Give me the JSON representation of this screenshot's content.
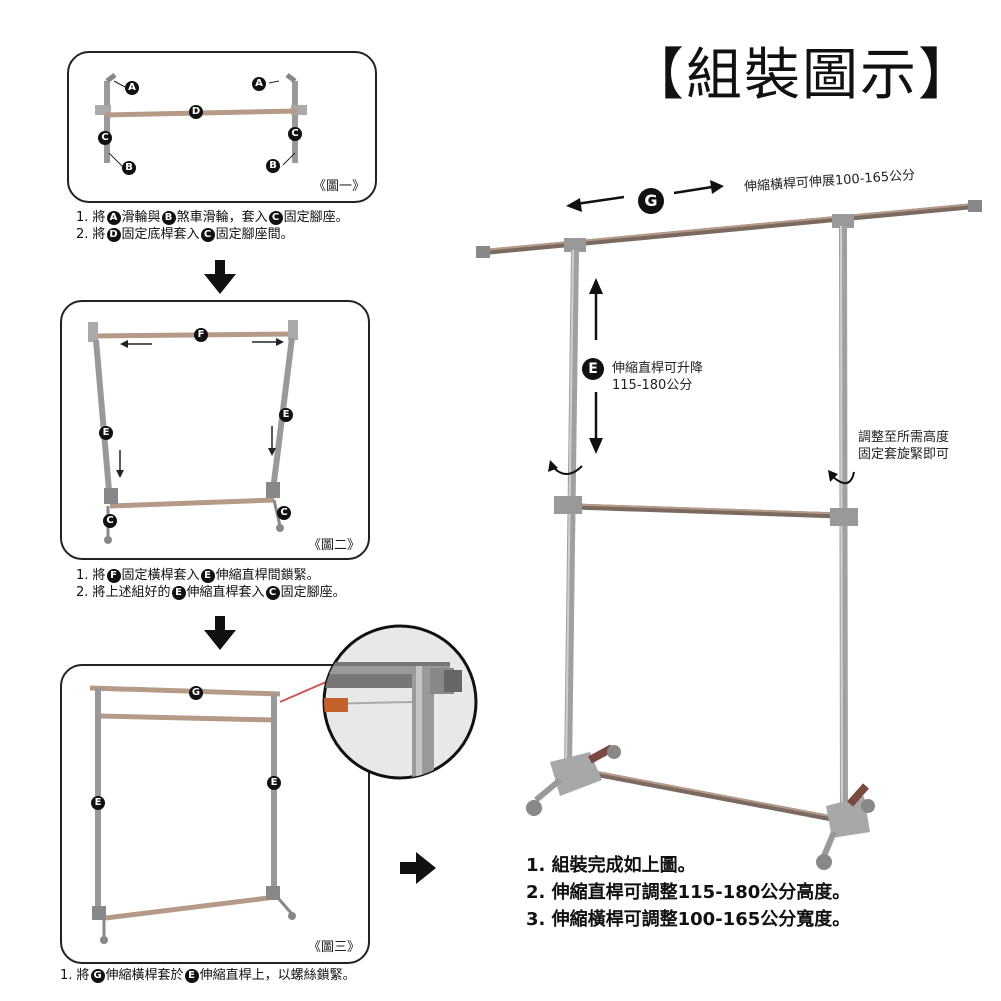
{
  "title": "【組裝圖示】",
  "panel1": {
    "caption": "《圖一》"
  },
  "panel2": {
    "caption": "《圖二》"
  },
  "panel3": {
    "caption": "《圖三》"
  },
  "labels": {
    "A": "A",
    "B": "B",
    "C": "C",
    "D": "D",
    "E": "E",
    "F": "F",
    "G": "G"
  },
  "step1": {
    "line1": [
      "1. 將",
      "滑輪與",
      "煞車滑輪，套入",
      "固定腳座。"
    ],
    "line2": [
      "2. 將",
      "固定底桿套入",
      "固定腳座間。"
    ]
  },
  "step2": {
    "line1": [
      "1. 將",
      "固定橫桿套入",
      "伸縮直桿間鎖緊。"
    ],
    "line2": [
      "2. 將上述組好的",
      "伸縮直桿套入",
      "固定腳座。"
    ]
  },
  "step3": {
    "line1": [
      "1. 將",
      "伸縮橫桿套於",
      "伸縮直桿上，以螺絲鎖緊。"
    ]
  },
  "main": {
    "g_label": "伸縮橫桿可伸展100-165公分",
    "e_label_1": "伸縮直桿可升降",
    "e_label_2": "115-180公分",
    "adjust_1": "調整至所需高度",
    "adjust_2": "固定套旋緊即可"
  },
  "final_notes": [
    "1. 組裝完成如上圖。",
    "2. 伸縮直桿可調整115-180公分高度。",
    "3. 伸縮橫桿可調整100-165公分寬度。"
  ]
}
